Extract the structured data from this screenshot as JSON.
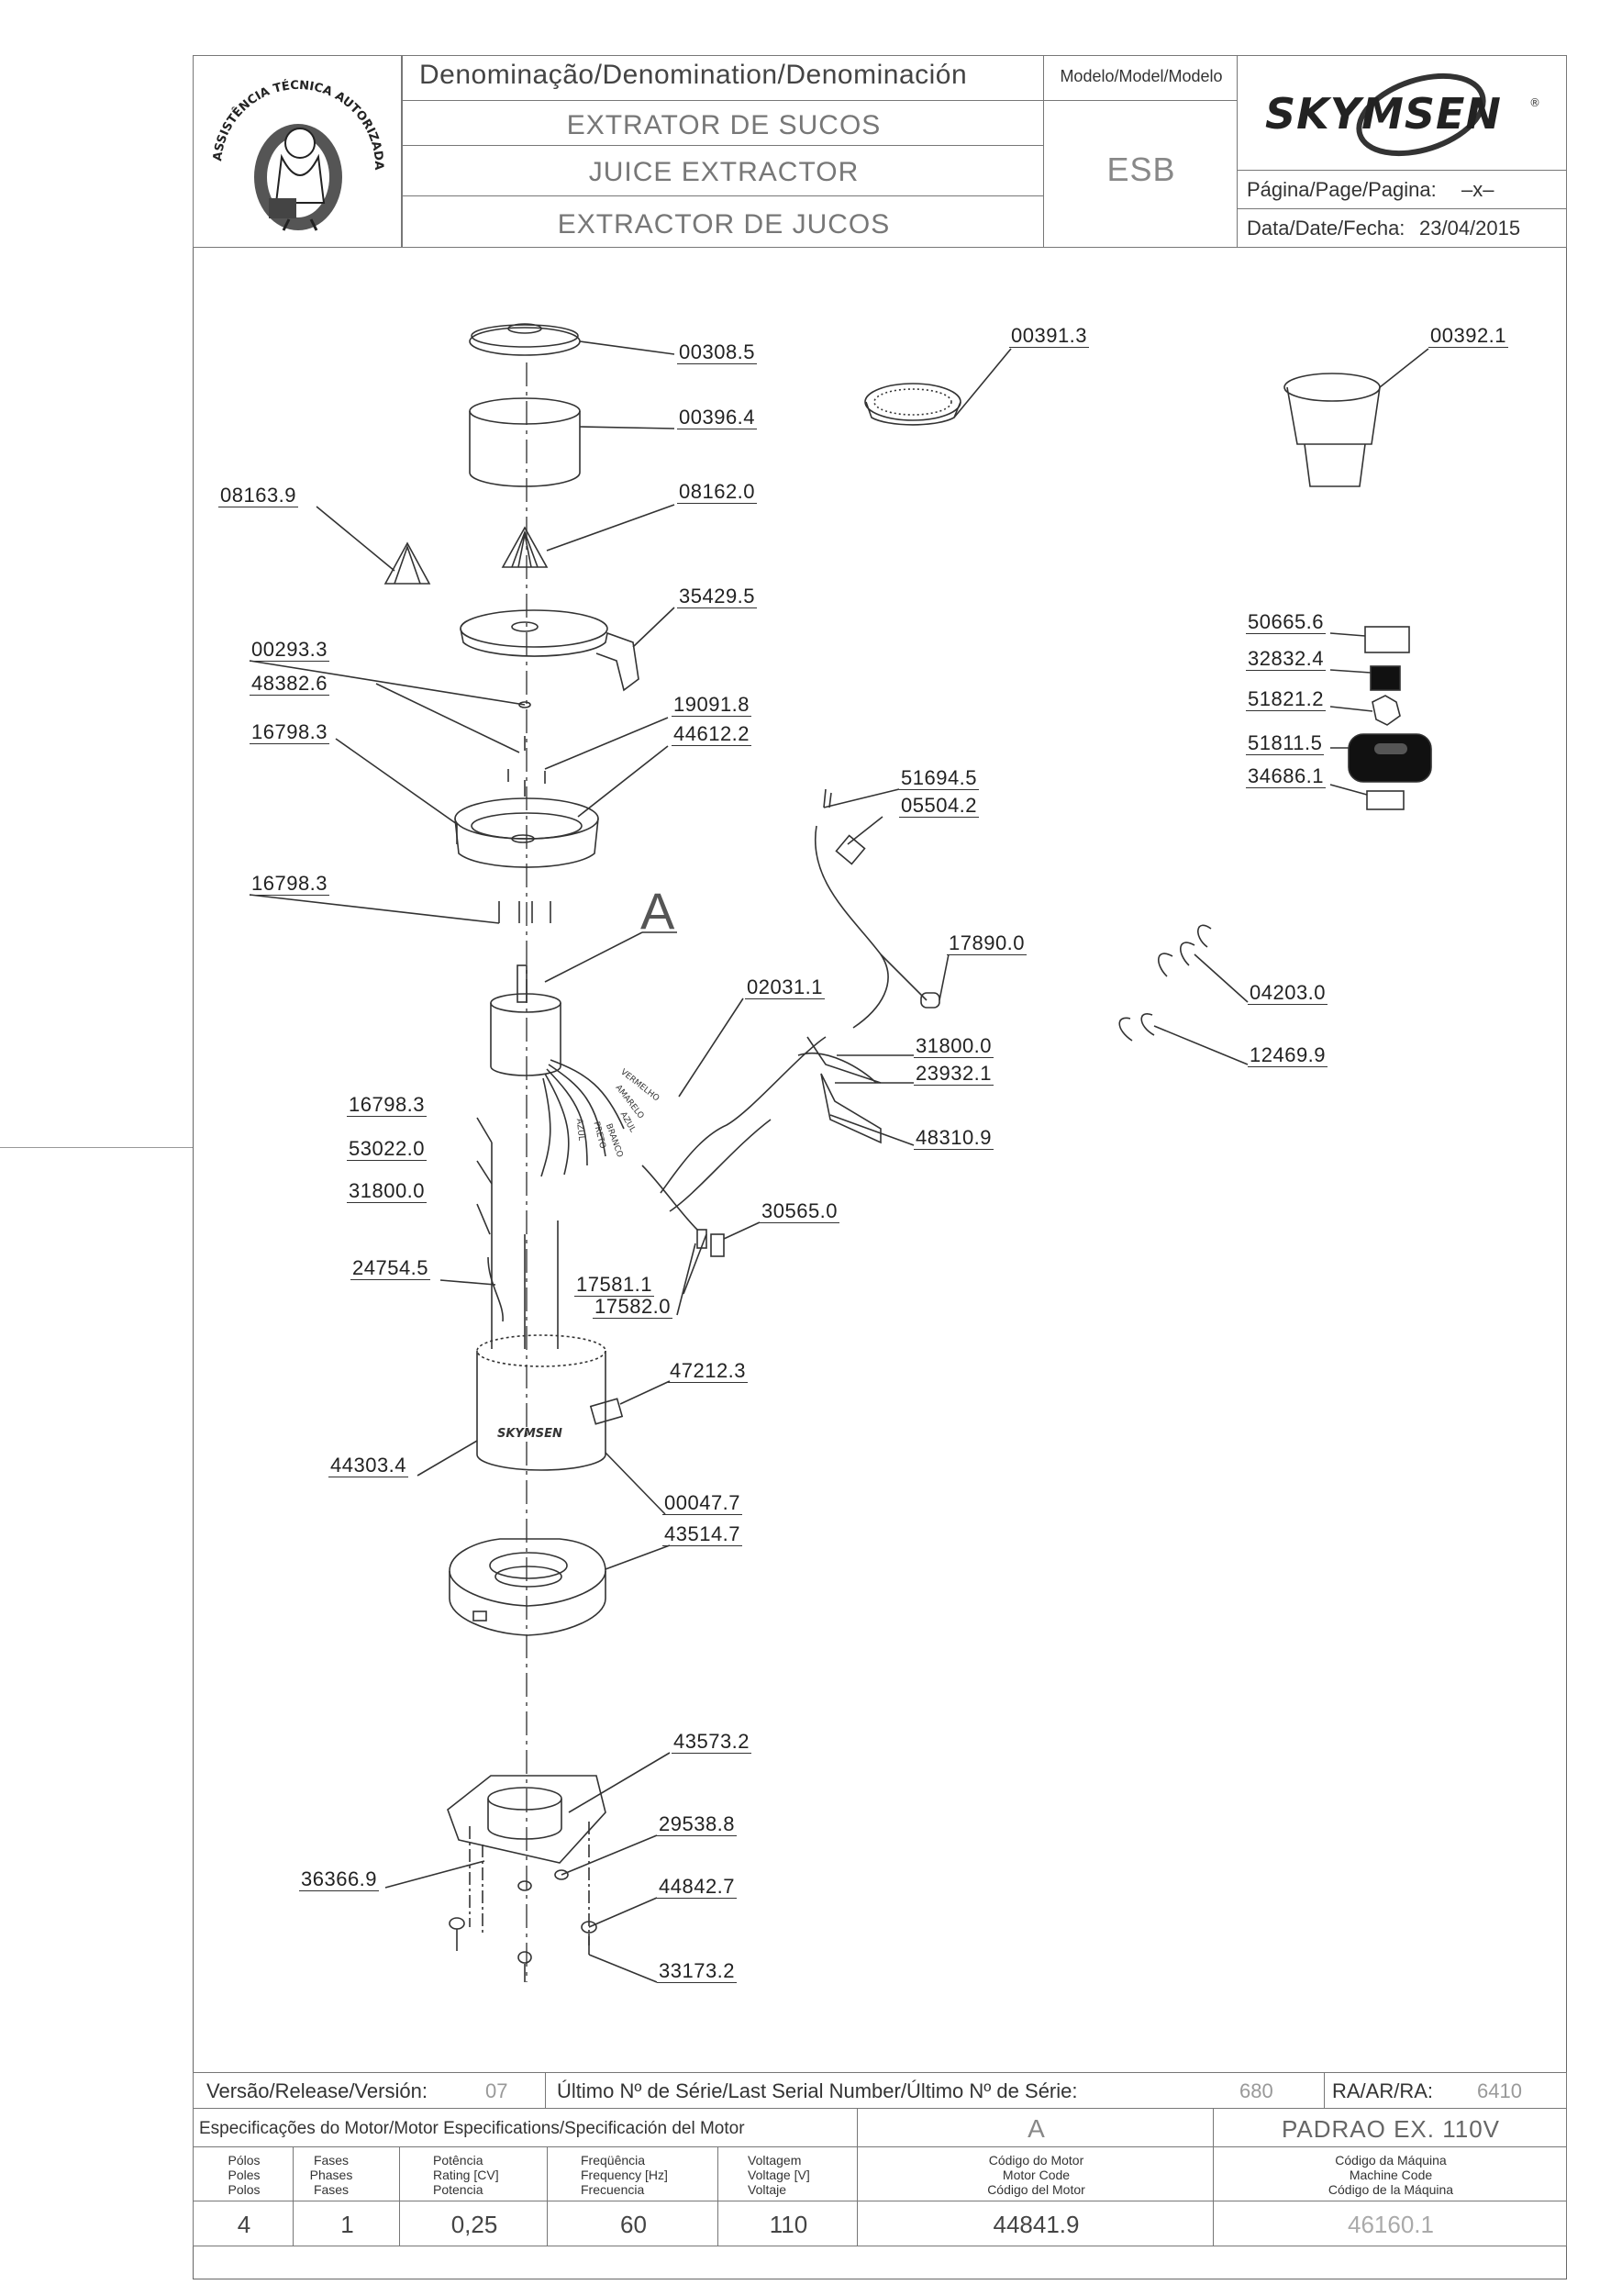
{
  "header": {
    "stamp_text": "ASSISTÊNCIA TÉCNICA AUTORIZADA",
    "denomination_label": "Denominação/Denomination/Denominación",
    "model_label": "Modelo/Model/Modelo",
    "name_pt": "EXTRATOR DE SUCOS",
    "name_en": "JUICE EXTRACTOR",
    "name_es": "EXTRACTOR DE JUCOS",
    "model": "ESB",
    "brand": "SKYMSEN",
    "brand_mark": "®",
    "page_label": "Página/Page/Pagina:",
    "page_value": "–x–",
    "date_label": "Data/Date/Fecha:",
    "date_value": "23/04/2015"
  },
  "parts": [
    "00308.5",
    "00396.4",
    "08163.9",
    "08162.0",
    "35429.5",
    "00293.3",
    "48382.6",
    "16798.3",
    "19091.8",
    "44612.2",
    "16798.3",
    "02031.1",
    "16798.3",
    "53022.0",
    "31800.0",
    "24754.5",
    "17581.1",
    "17582.0",
    "30565.0",
    "47212.3",
    "44303.4",
    "00047.7",
    "43514.7",
    "43573.2",
    "29538.8",
    "36366.9",
    "44842.7",
    "33173.2",
    "00391.3",
    "00392.1",
    "51694.5",
    "05504.2",
    "17890.0",
    "31800.0",
    "23932.1",
    "48310.9",
    "04203.0",
    "12469.9",
    "50665.6",
    "32832.4",
    "51821.2",
    "51811.5",
    "34686.1"
  ],
  "detail_letter": "A",
  "wire_labels": [
    "VERMELHO",
    "AMARELO",
    "AZUL",
    "BRANCO",
    "PRETO",
    "AZUL"
  ],
  "body_logo": "SKYMSEN",
  "footer": {
    "version_label": "Versão/Release/Versión:",
    "version_value": "07",
    "serial_label": "Último Nº de Série/Last Serial Number/Último Nº de Série:",
    "serial_value": "680",
    "ra_label": "RA/AR/RA:",
    "ra_value": "6410",
    "motor_spec_label": "Especificações do Motor/Motor Especifications/Specificación del Motor",
    "motor_letter": "A",
    "machine_variant": "PADRAO EX. 110V",
    "columns": [
      {
        "lines": [
          "Pólos",
          "Poles",
          "Polos"
        ],
        "value": "4"
      },
      {
        "lines": [
          "Fases",
          "Phases",
          "Fases"
        ],
        "value": "1"
      },
      {
        "lines": [
          "Potência",
          "Rating [CV]",
          "Potencia"
        ],
        "value": "0,25"
      },
      {
        "lines": [
          "Freqüência",
          "Frequency [Hz]",
          "Frecuencia"
        ],
        "value": "60"
      },
      {
        "lines": [
          "Voltagem",
          "Voltage [V]",
          "Voltaje"
        ],
        "value": "110"
      },
      {
        "lines": [
          "Código do Motor",
          "Motor Code",
          "Código del Motor"
        ],
        "value": "44841.9"
      },
      {
        "lines": [
          "Código da Máquina",
          "Machine Code",
          "Código de la Máquina"
        ],
        "value": "46160.1"
      }
    ]
  }
}
